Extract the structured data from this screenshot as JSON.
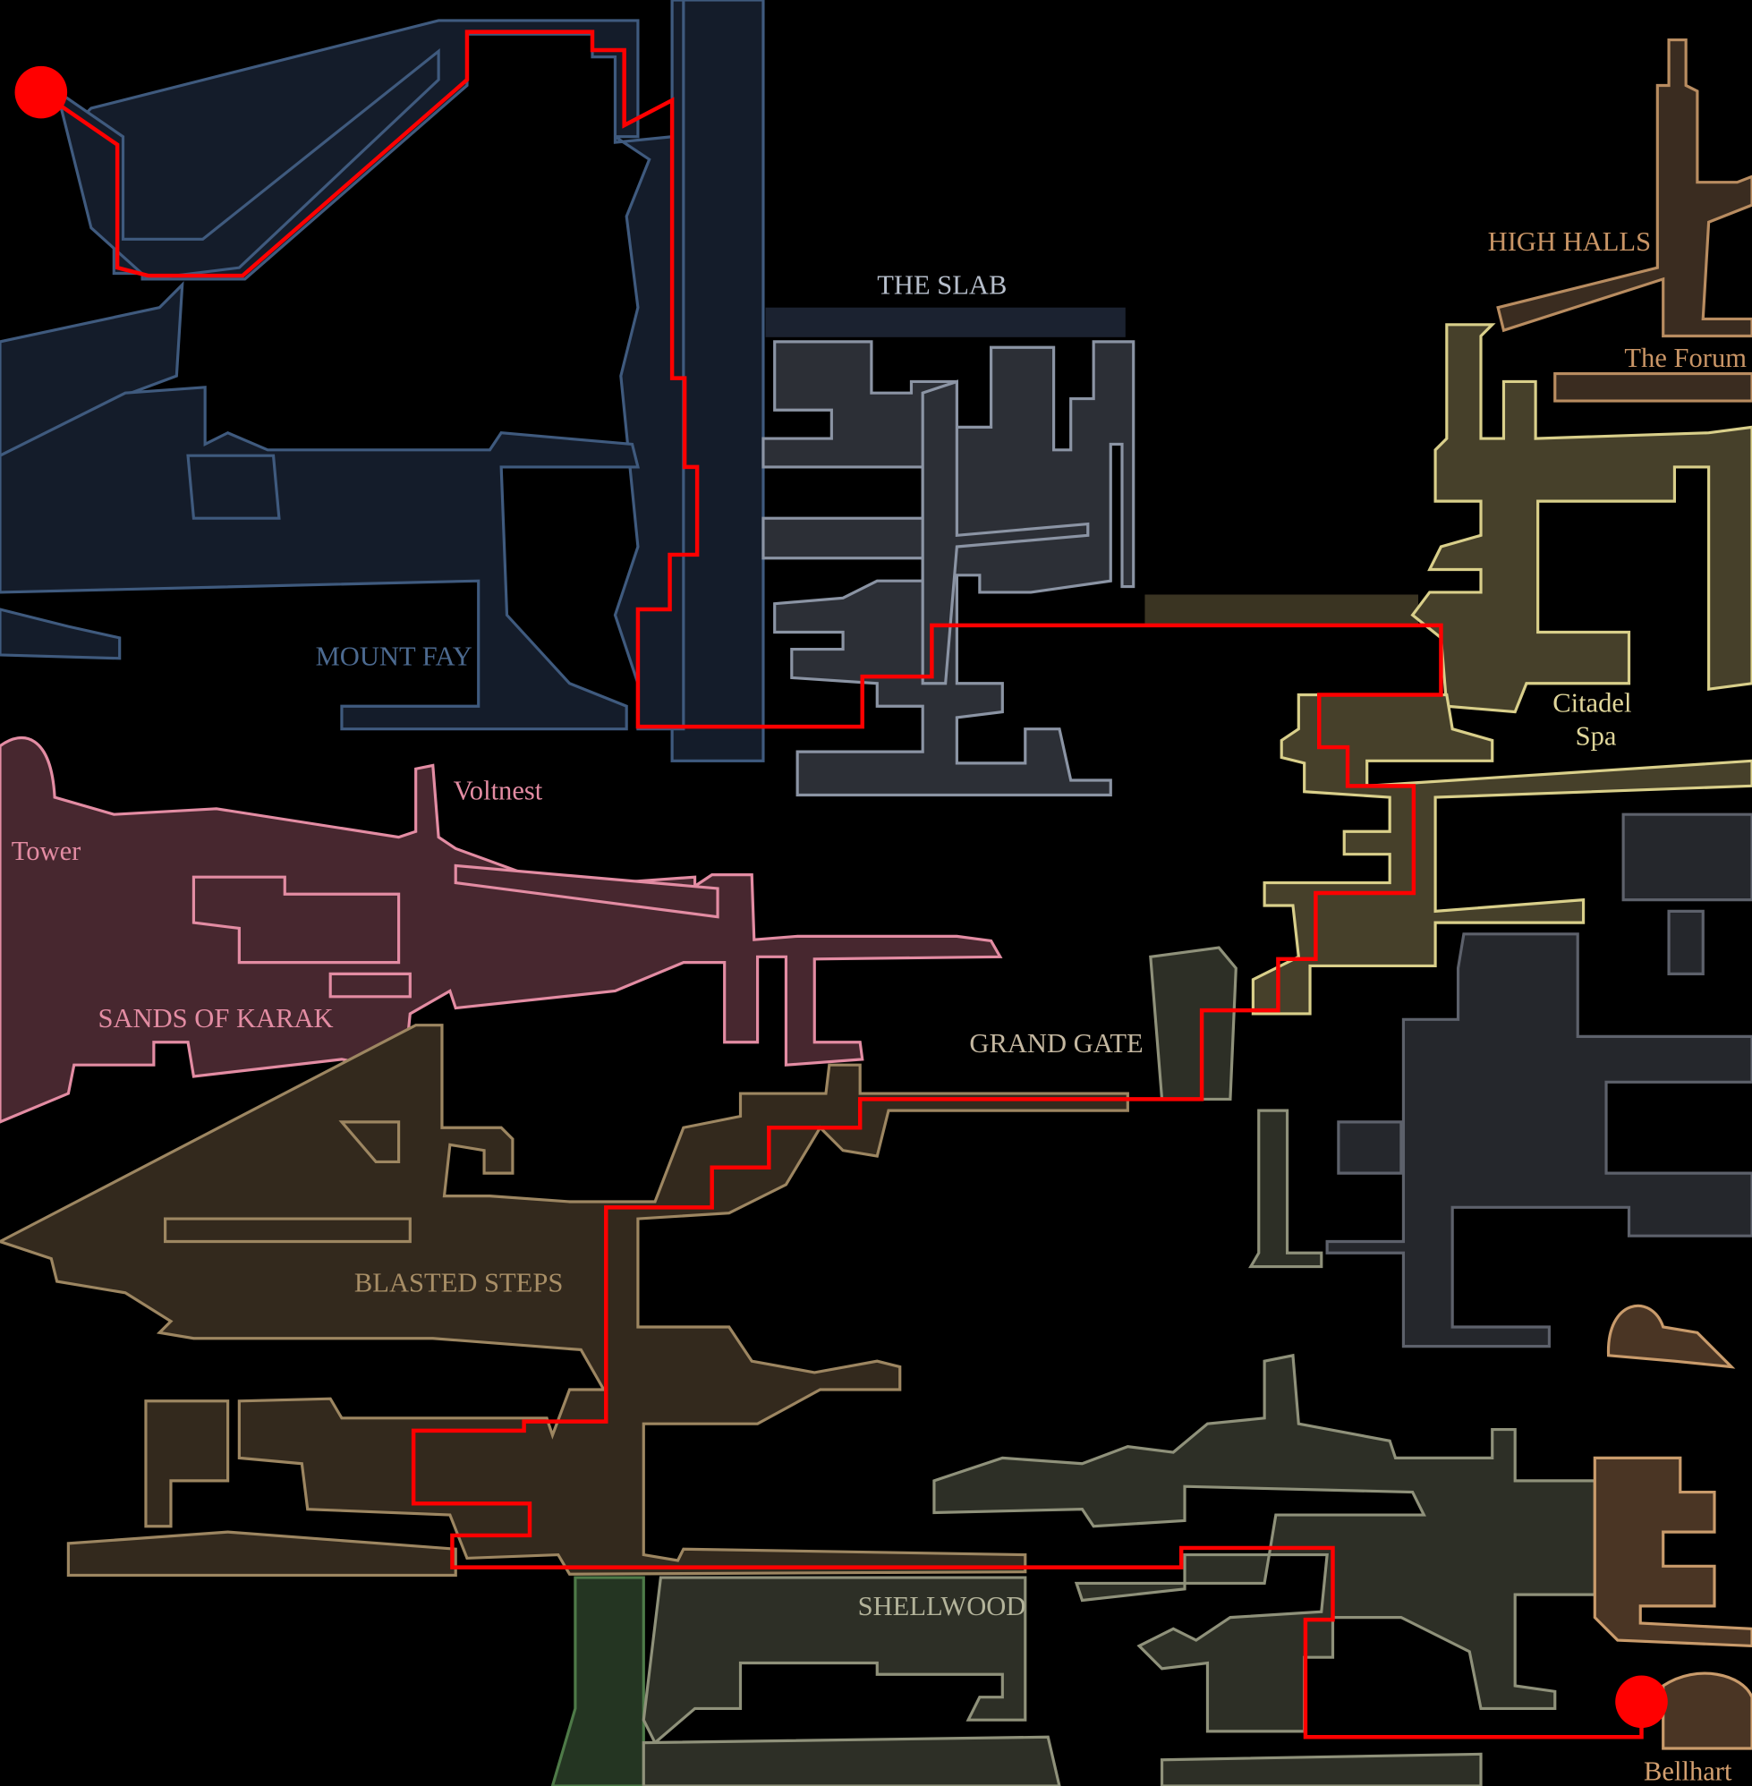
{
  "map": {
    "regions": {
      "the_slab": "THE SLAB",
      "high_halls": "HIGH HALLS",
      "the_forum": "The Forum",
      "mount_fay": "MOUNT FAY",
      "voltnest": "Voltnest",
      "tower": "Tower",
      "sands_of_karak": "SANDS OF KARAK",
      "grand_gate": "GRAND GATE",
      "citadel_spa_line1": "Citadel",
      "citadel_spa_line2": "Spa",
      "blasted_steps": "BLASTED STEPS",
      "shellwood": "SHELLWOOD",
      "bellhart": "Bellhart"
    },
    "route": {
      "color": "#ff0000",
      "start_marker": "start-point",
      "end_marker": "end-point"
    },
    "colors": {
      "mount_fay": "#3f5a7e",
      "the_slab": "#8b94a4",
      "high_halls": "#b88c60",
      "citadel": "#d9cf8a",
      "sands_of_karak": "#e38ca3",
      "blasted_steps": "#9d8661",
      "shellwood": "#8f917a"
    }
  }
}
